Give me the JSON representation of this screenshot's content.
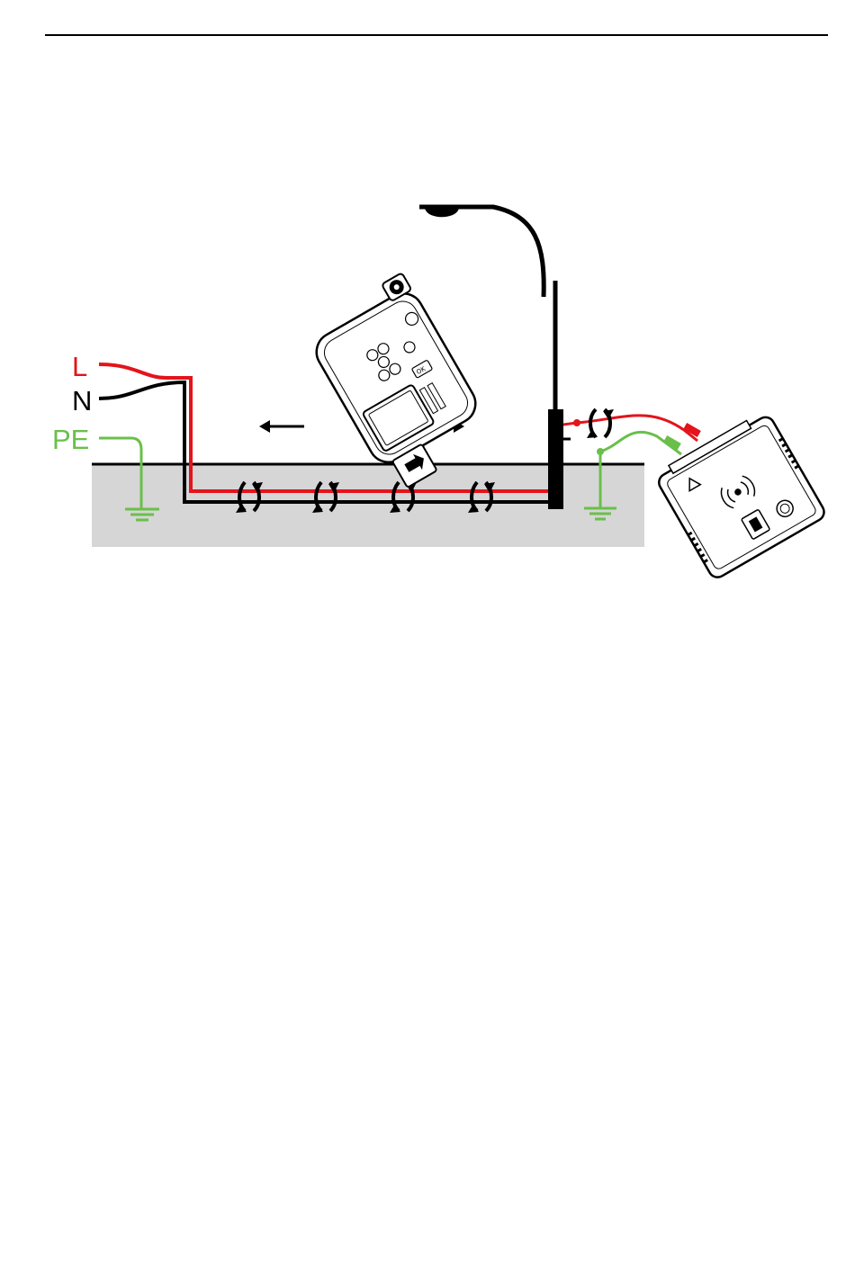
{
  "labels": {
    "line": "L",
    "neutral": "N",
    "protective_earth": "PE"
  },
  "receiver": {
    "button_ok": "OK"
  },
  "colors": {
    "line": "#e3141b",
    "neutral": "#000000",
    "protective_earth": "#6abf4b",
    "ground": "#d6d6d6",
    "device_body": "#ffffff",
    "outline": "#000000"
  },
  "icons": {
    "clamp": "clamp-arrow-icon",
    "lamp": "street-lamp-icon",
    "ground": "ground-symbol-icon"
  }
}
